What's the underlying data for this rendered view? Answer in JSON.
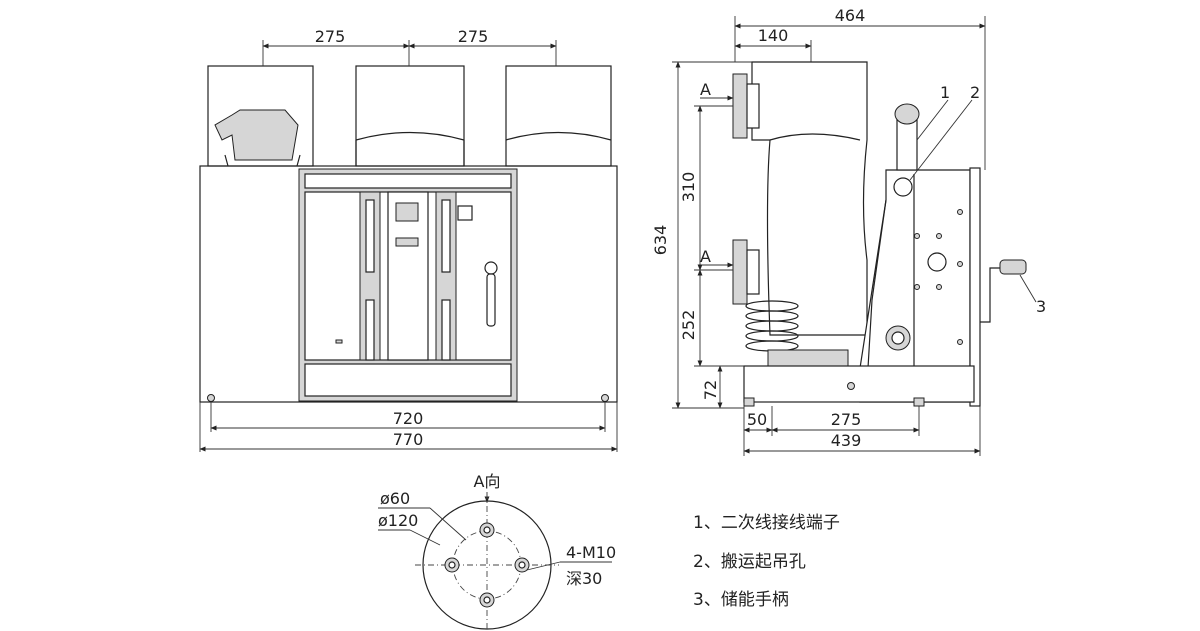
{
  "front_view": {
    "pitch_left": "275",
    "pitch_right": "275",
    "width_inner": "720",
    "width_outer": "770"
  },
  "side_view": {
    "depth_total": "464",
    "terminal_offset": "140",
    "height_total": "634",
    "upper_terminal_spacing": "310",
    "lower_terminal_height": "252",
    "base_height": "72",
    "wheel_offset": "50",
    "wheel_spacing": "275",
    "base_depth": "439",
    "section_mark_upper": "A",
    "section_mark_lower": "A",
    "callout_1": "1",
    "callout_2": "2",
    "callout_3": "3"
  },
  "view_a": {
    "title": "A向",
    "inner_diameter": "ø60",
    "outer_diameter": "ø120",
    "bolt_spec": "4-M10",
    "bolt_depth": "深30"
  },
  "legend": {
    "items": [
      "1、二次线接线端子",
      "2、搬运起吊孔",
      "3、储能手柄"
    ]
  }
}
